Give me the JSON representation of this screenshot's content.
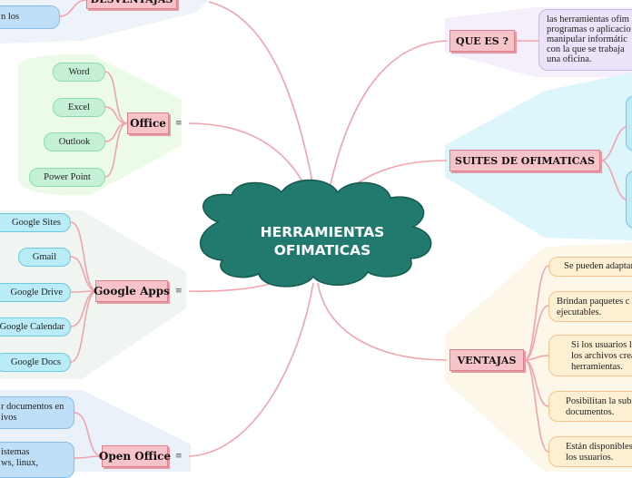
{
  "center": {
    "line1": "HERRAMIENTAS",
    "line2": "OFIMATICAS"
  },
  "colors": {
    "center_fill": "#217a6d",
    "topic_fill": "#f6c3c8",
    "link": "#f1a3ac"
  },
  "topics": {
    "desventajas": "DESVENTAJAS",
    "office": "Office",
    "google_apps": "Google Apps",
    "open_office": "Open Office",
    "que_es": "QUE ES ?",
    "suites": "SUITES DE OFIMATICAS",
    "ventajas": "VENTAJAS"
  },
  "desventajas_leaf": "n los",
  "office_items": [
    "Word",
    "Excel",
    "Outlook",
    "Power Point"
  ],
  "google_items": [
    "Google Sites",
    "Gmail",
    "Google Drive",
    "Google Calendar",
    "Google Docs"
  ],
  "open_office_items": [
    {
      "l1": "r documentos en",
      "l2": "ivos"
    },
    {
      "l1": "istemas",
      "l2": "ws, linux,",
      "l3": ""
    }
  ],
  "que_es_text": {
    "l1": "las herramientas ofim",
    "l2": "programas o aplicacio",
    "l3": "manipular informátic",
    "l4": "con la que se trabaja",
    "l5": "una oficina."
  },
  "ventajas_items": [
    {
      "l1": "Se pueden adaptar",
      "l2": ""
    },
    {
      "l1": "Brindan paquetes c",
      "l2": "ejecutables."
    },
    {
      "l1": "Si los usuarios lo",
      "l2": "los archivos crea",
      "l3": "herramientas."
    },
    {
      "l1": "Posibilitan la subid",
      "l2": "documentos."
    },
    {
      "l1": "Están disponibles",
      "l2": "los usuarios."
    }
  ],
  "menu_glyph": "≡"
}
